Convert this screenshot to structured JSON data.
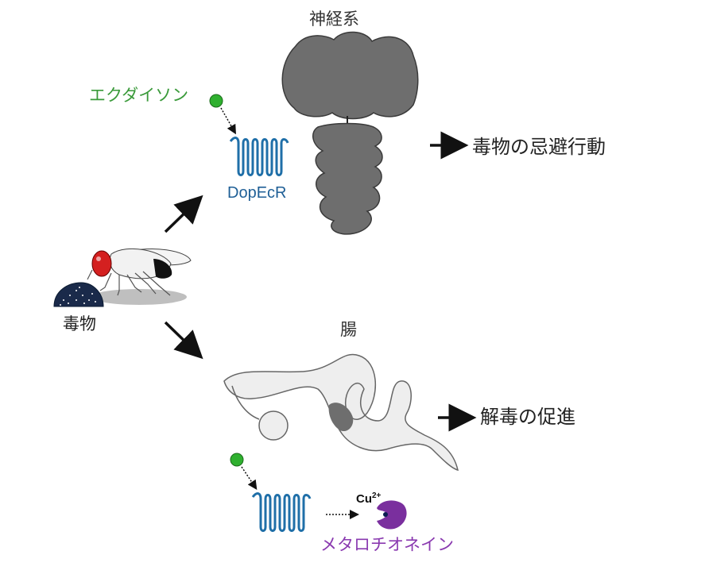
{
  "labels": {
    "nervous_system": "神経系",
    "ecdysone": "エクダイソン",
    "receptor": "DopEcR",
    "outcome_top": "毒物の忌避行動",
    "toxin": "毒物",
    "gut": "腸",
    "outcome_bottom": "解毒の促進",
    "copper": "Cu",
    "copper_charge": "2+",
    "metallothionein": "メタロチオネイン"
  },
  "colors": {
    "ecdysone": "#3a9a3a",
    "receptor": "#1f6fa8",
    "metallothionein": "#8a3ab0",
    "brain": "#6e6e6e",
    "gut": "#eeeeee",
    "fly_eye": "#d42020",
    "toxin_drop": "#1a2a4a"
  },
  "icons": [
    "fly-icon",
    "toxin-drop-icon",
    "brain-icon",
    "gut-icon",
    "receptor-icon",
    "ligand-icon",
    "metallothionein-icon"
  ]
}
